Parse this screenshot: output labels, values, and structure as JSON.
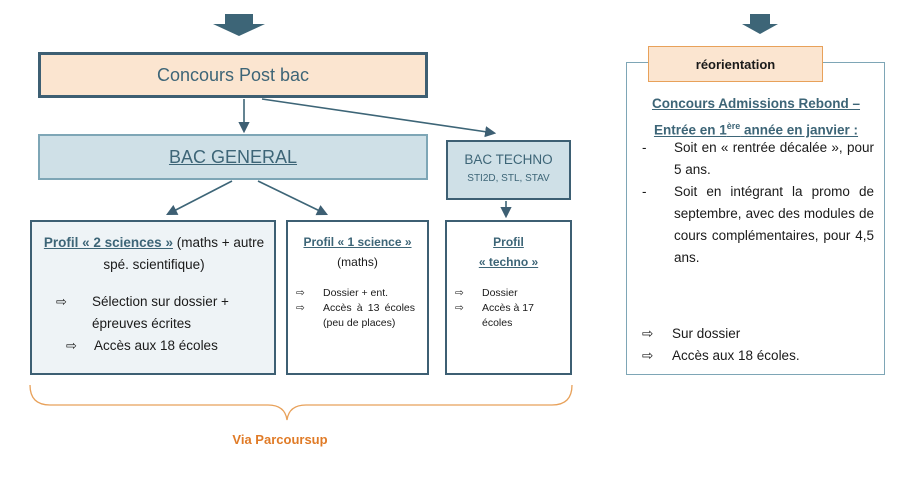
{
  "colors": {
    "dark_teal": "#3d5f73",
    "light_blue": "#cfe0e7",
    "peach": "#fbe5d0",
    "orange": "#e07b27",
    "teal_text": "#3d6577"
  },
  "arrow_glyph": "⇨",
  "post_bac": {
    "label": "Concours Post bac"
  },
  "bac_general": {
    "label": "BAC GENERAL"
  },
  "bac_techno": {
    "label": "BAC TECHNO",
    "sub": "STI2D, STL, STAV"
  },
  "profil_2_sciences": {
    "title": "Profil « 2 sciences »",
    "title_rest": " (maths + autre spé. scientifique)",
    "items": [
      "Sélection sur dossier + épreuves écrites",
      "Accès aux 18 écoles"
    ]
  },
  "profil_1_science": {
    "title": "Profil « 1 science »",
    "title_rest": " (maths)",
    "items": [
      "Dossier + ent.",
      "Accès à 13 écoles (peu de places)"
    ]
  },
  "profil_techno": {
    "title_line1": "Profil",
    "title_line2": "« techno »",
    "items": [
      "Dossier",
      "Accès à 17 écoles"
    ]
  },
  "via_parcoursup": "Via Parcoursup",
  "reorientation": {
    "tag": "réorientation",
    "title_part1": "Concours Admissions Rebond – Entrée en 1",
    "title_sup": "ère",
    "title_part2": " année en janvier :",
    "dash": "-",
    "bullets": [
      "Soit en « rentrée décalée », pour 5 ans.",
      "Soit en intégrant la promo de septembre, avec des modules de cours complémentaires, pour 4,5 ans."
    ],
    "arrows": [
      "Sur dossier",
      "Accès aux 18 écoles."
    ]
  }
}
